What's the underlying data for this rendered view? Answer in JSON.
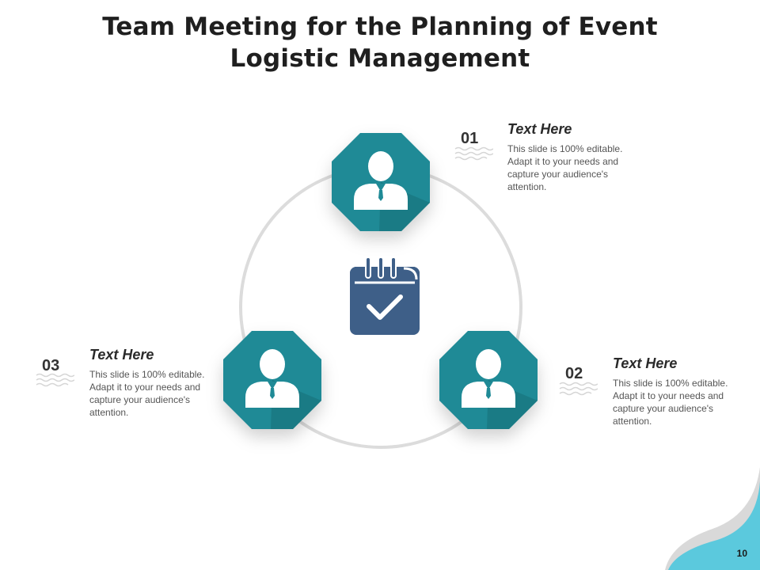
{
  "title": {
    "line1": "Team Meeting for the Planning of Event",
    "line2": "Logistic Management"
  },
  "colors": {
    "teal": "#1f8a96",
    "teal_dark": "#166f79",
    "calendar": "#3e5f88",
    "ring": "#dcdcdc",
    "corner": "#5bc9dd"
  },
  "icons": {
    "node": "person-icon",
    "center": "calendar-check-icon"
  },
  "items": [
    {
      "number": "01",
      "heading": "Text Here",
      "text": "This slide is 100% editable. Adapt it to your needs and capture your audience's attention."
    },
    {
      "number": "02",
      "heading": "Text Here",
      "text": "This slide is 100% editable. Adapt it to your needs and capture your audience's attention."
    },
    {
      "number": "03",
      "heading": "Text Here",
      "text": "This slide is 100% editable. Adapt it to your needs and capture your audience's attention."
    }
  ],
  "page_number": "10"
}
